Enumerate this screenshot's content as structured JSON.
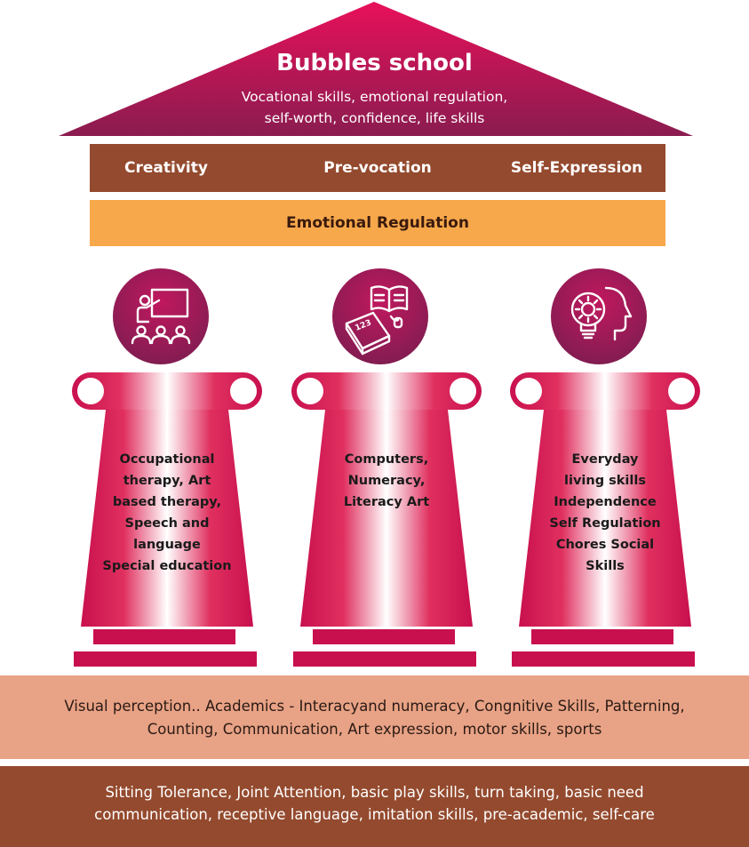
{
  "roof": {
    "title": "Bubbles school",
    "subtitle_line1": "Vocational skills, emotional regulation,",
    "subtitle_line2": "self-worth, confidence, life skills"
  },
  "beam": {
    "labels": [
      "Creativity",
      "Pre-vocation",
      "Self-Expression"
    ]
  },
  "regulation_band": {
    "label": "Emotional Regulation"
  },
  "pillars": [
    {
      "icon": "teacher-classroom-icon",
      "lines": [
        "Occupational",
        "therapy, Art",
        "based therapy,",
        "Speech and",
        "language",
        "Special education"
      ]
    },
    {
      "icon": "books-computer-icon",
      "lines": [
        "Computers,",
        "Numeracy,",
        "Literacy Art"
      ]
    },
    {
      "icon": "head-gear-lightbulb-icon",
      "lines": [
        "Everyday",
        "living skills",
        "Independence",
        "Self Regulation",
        "Chores Social",
        "Skills"
      ]
    }
  ],
  "foundation": {
    "line1": "Visual perception.. Academics - Interacyand numeracy, Congnitive Skills, Patterning,",
    "line2": "Counting, Communication, Art expression, motor skills, sports"
  },
  "base": {
    "line1": "Sitting Tolerance, Joint Attention, basic play skills, turn taking, basic need",
    "line2": "communication, receptive language, imitation skills, pre-academic, self-care"
  },
  "colors": {
    "roof_top": "#e8105a",
    "roof_bottom": "#8a1c4f",
    "beam_brown": "#944a2e",
    "regulation_orange": "#f7a84b",
    "pillar_pink": "#d01a56",
    "foundation_peach": "#e8a285"
  }
}
